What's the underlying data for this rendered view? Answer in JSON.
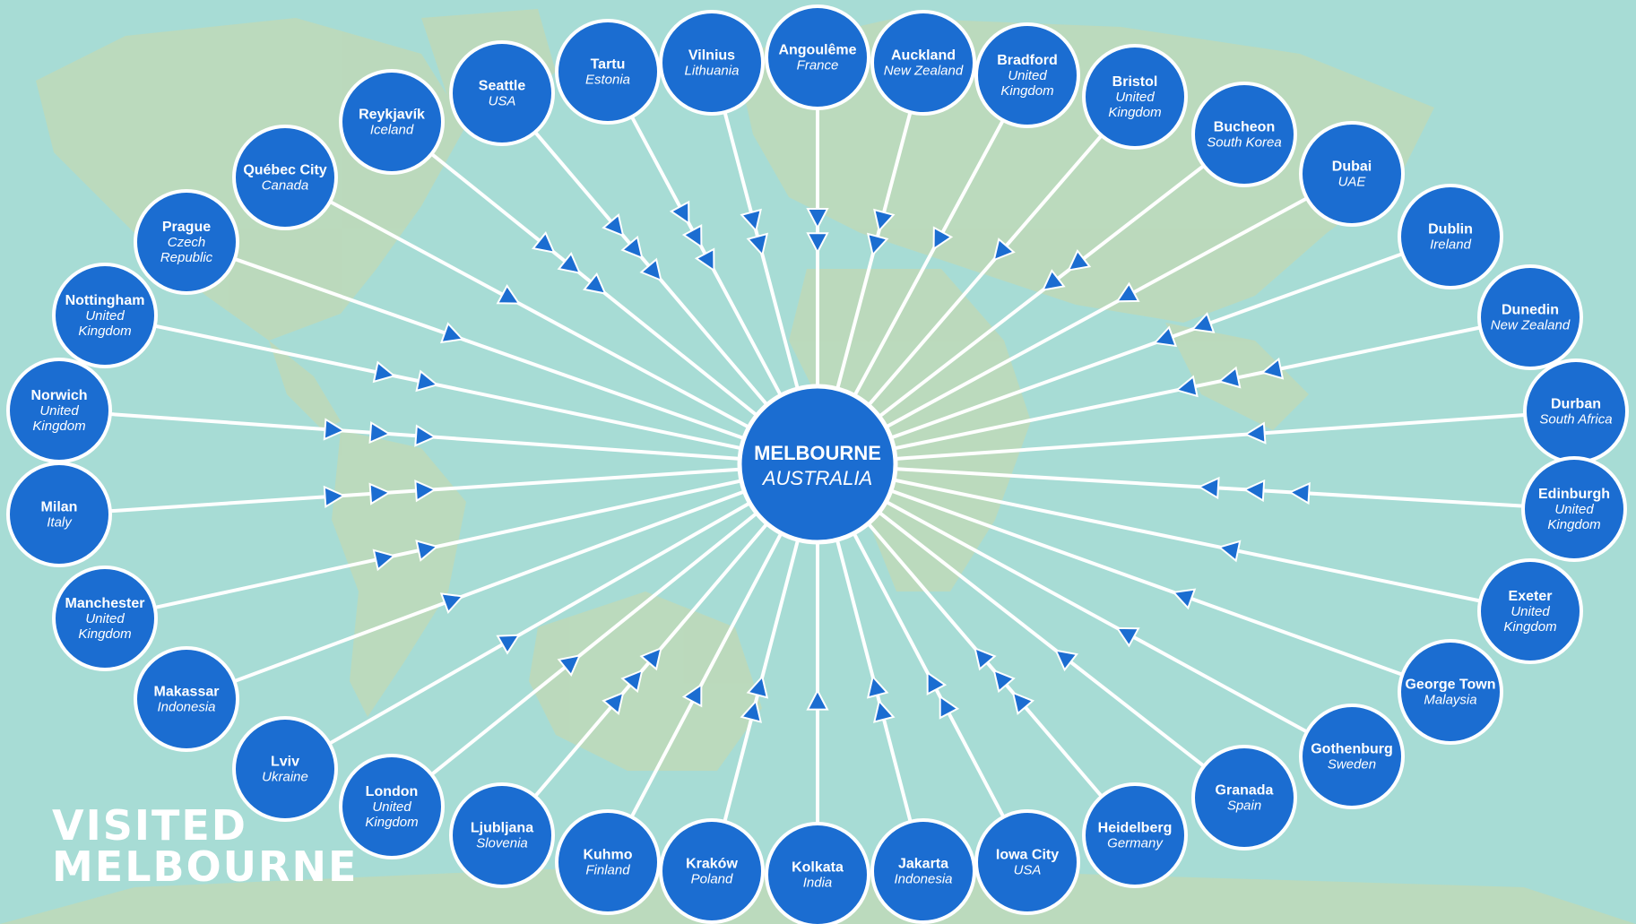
{
  "colors": {
    "ocean": "#a7dcd5",
    "land": "#c2d9b4",
    "node": "#1b6dd1",
    "node_border": "#ffffff",
    "line": "#ffffff",
    "arrow": "#1b6dd1"
  },
  "title": {
    "line1": "VISITED",
    "line2": "MELBOURNE"
  },
  "hub": {
    "city": "MELBOURNE",
    "country": "AUSTRALIA"
  },
  "cities": [
    {
      "city": "Angoulême",
      "country": "France",
      "arrows": 2
    },
    {
      "city": "Auckland",
      "country": "New Zealand",
      "arrows": 2
    },
    {
      "city": "Bradford",
      "country": "United\nKingdom",
      "arrows": 1
    },
    {
      "city": "Bristol",
      "country": "United\nKingdom",
      "arrows": 1
    },
    {
      "city": "Bucheon",
      "country": "South Korea",
      "arrows": 2
    },
    {
      "city": "Dubai",
      "country": "UAE",
      "arrows": 1
    },
    {
      "city": "Dublin",
      "country": "Ireland",
      "arrows": 2
    },
    {
      "city": "Dunedin",
      "country": "New Zealand",
      "arrows": 3
    },
    {
      "city": "Durban",
      "country": "South Africa",
      "arrows": 1
    },
    {
      "city": "Edinburgh",
      "country": "United\nKingdom",
      "arrows": 3
    },
    {
      "city": "Exeter",
      "country": "United\nKingdom",
      "arrows": 1
    },
    {
      "city": "George Town",
      "country": "Malaysia",
      "arrows": 1
    },
    {
      "city": "Gothenburg",
      "country": "Sweden",
      "arrows": 1
    },
    {
      "city": "Granada",
      "country": "Spain",
      "arrows": 1
    },
    {
      "city": "Heidelberg",
      "country": "Germany",
      "arrows": 3
    },
    {
      "city": "Iowa City",
      "country": "USA",
      "arrows": 2
    },
    {
      "city": "Jakarta",
      "country": "Indonesia",
      "arrows": 2
    },
    {
      "city": "Kolkata",
      "country": "India",
      "arrows": 1
    },
    {
      "city": "Kraków",
      "country": "Poland",
      "arrows": 2
    },
    {
      "city": "Kuhmo",
      "country": "Finland",
      "arrows": 1
    },
    {
      "city": "Ljubljana",
      "country": "Slovenia",
      "arrows": 3
    },
    {
      "city": "London",
      "country": "United\nKingdom",
      "arrows": 1
    },
    {
      "city": "Lviv",
      "country": "Ukraine",
      "arrows": 1
    },
    {
      "city": "Makassar",
      "country": "Indonesia",
      "arrows": 1
    },
    {
      "city": "Manchester",
      "country": "United\nKingdom",
      "arrows": 2
    },
    {
      "city": "Milan",
      "country": "Italy",
      "arrows": 3
    },
    {
      "city": "Norwich",
      "country": "United\nKingdom",
      "arrows": 3
    },
    {
      "city": "Nottingham",
      "country": "United\nKingdom",
      "arrows": 2
    },
    {
      "city": "Prague",
      "country": "Czech\nRepublic",
      "arrows": 1
    },
    {
      "city": "Québec City",
      "country": "Canada",
      "arrows": 1
    },
    {
      "city": "Reykjavík",
      "country": "Iceland",
      "arrows": 3
    },
    {
      "city": "Seattle",
      "country": "USA",
      "arrows": 3
    },
    {
      "city": "Tartu",
      "country": "Estonia",
      "arrows": 3
    },
    {
      "city": "Vilnius",
      "country": "Lithuania",
      "arrows": 2
    }
  ]
}
